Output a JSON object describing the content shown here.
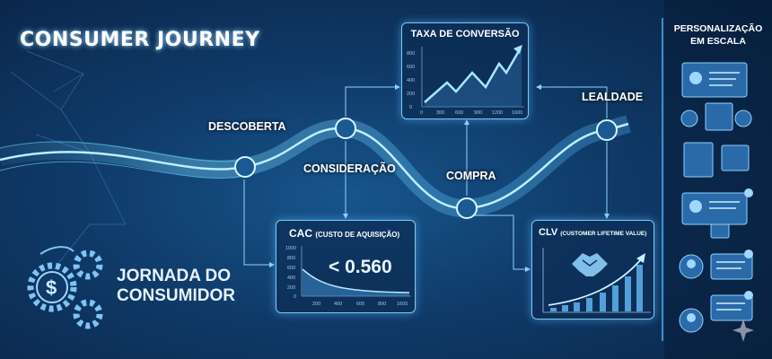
{
  "title": "CONSUMER JOURNEY",
  "subtitle": "JORNADA DO CONSUMIDOR",
  "stages": [
    "DESCOBERTA",
    "CONSIDERAÇÃO",
    "COMPRA",
    "LEALDADE"
  ],
  "panels": {
    "conversion": {
      "title": "TAXA DE CONVERSÃO",
      "y_ticks": [
        "0",
        "200",
        "400",
        "600",
        "800"
      ],
      "x_ticks": [
        "0",
        "300",
        "600",
        "900",
        "1200",
        "1600"
      ]
    },
    "cac": {
      "title": "CAC",
      "title_detail": "(CUSTO DE AQUISIÇÃO)",
      "value": "< 0.560",
      "y_ticks": [
        "0",
        "200",
        "400",
        "600",
        "800",
        "1000"
      ],
      "x_ticks": [
        "200",
        "400",
        "600",
        "800",
        "1600"
      ]
    },
    "clv": {
      "title": "CLV",
      "title_detail": "(CUSTOMER LIFETIME VALUE)",
      "icon": "handshake-icon"
    }
  },
  "sidebar": {
    "title_line1": "PERSONALIZAÇÃO",
    "title_line2": "EM ESCALA"
  },
  "colors": {
    "accent": "#7cc8f5",
    "background": "#0f3a68",
    "glow": "#9fe0ff"
  }
}
